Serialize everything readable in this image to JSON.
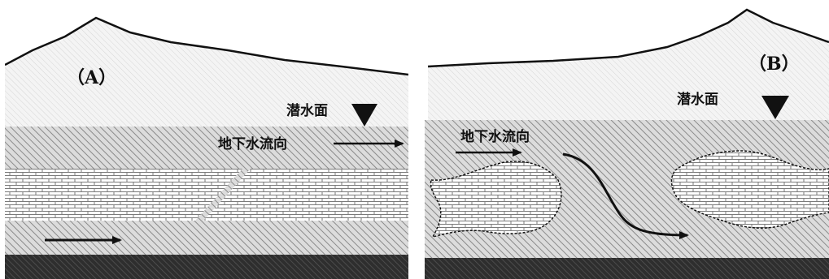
{
  "panels": [
    {
      "label": "（A）",
      "water_table_label": "潜水面",
      "flow_label": "地下水流向"
    },
    {
      "label": "（B）",
      "water_table_label": "潜水面",
      "flow_label": "地下水流向"
    }
  ],
  "colors": {
    "sky": "#ffffff",
    "unsaturated_zone": "#f2f2f2",
    "aquifer_hatch": "#8a8a8a",
    "aquifer_bg": "#dcdcdc",
    "bedrock": "#3b3b3b",
    "limestone_bg": "#ffffff",
    "limestone_lines": "#777777",
    "ink": "#111111"
  },
  "icons": [
    "water-table-triangle-icon",
    "flow-arrow-icon",
    "curved-flow-arrow-icon"
  ]
}
